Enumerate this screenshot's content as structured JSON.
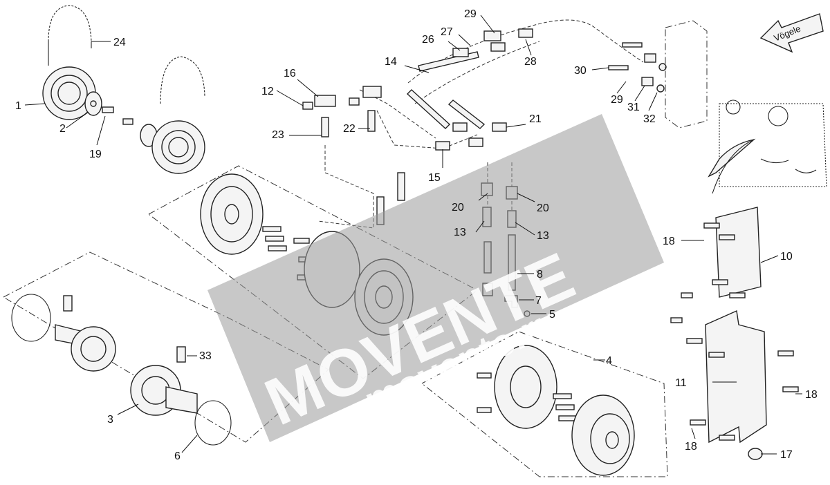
{
  "diagram": {
    "callouts": {
      "c1": "1",
      "c2": "2",
      "c3": "3",
      "c4": "4",
      "c5": "5",
      "c6": "6",
      "c7": "7",
      "c8": "8",
      "c10": "10",
      "c11": "11",
      "c12": "12",
      "c13a": "13",
      "c13b": "13",
      "c14": "14",
      "c15": "15",
      "c16": "16",
      "c17": "17",
      "c18a": "18",
      "c18b": "18",
      "c18c": "18",
      "c19": "19",
      "c20a": "20",
      "c20b": "20",
      "c21": "21",
      "c22": "22",
      "c23": "23",
      "c24": "24",
      "c26": "26",
      "c27": "27",
      "c28": "28",
      "c29a": "29",
      "c29b": "29",
      "c30": "30",
      "c31": "31",
      "c32": "32",
      "c33": "33"
    },
    "brand_arrow": "Vögele",
    "watermark": {
      "main": "MOVENTE",
      "sub": "movente.ru"
    }
  },
  "colors": {
    "line": "#222222",
    "watermark": "#9a9a9a"
  }
}
